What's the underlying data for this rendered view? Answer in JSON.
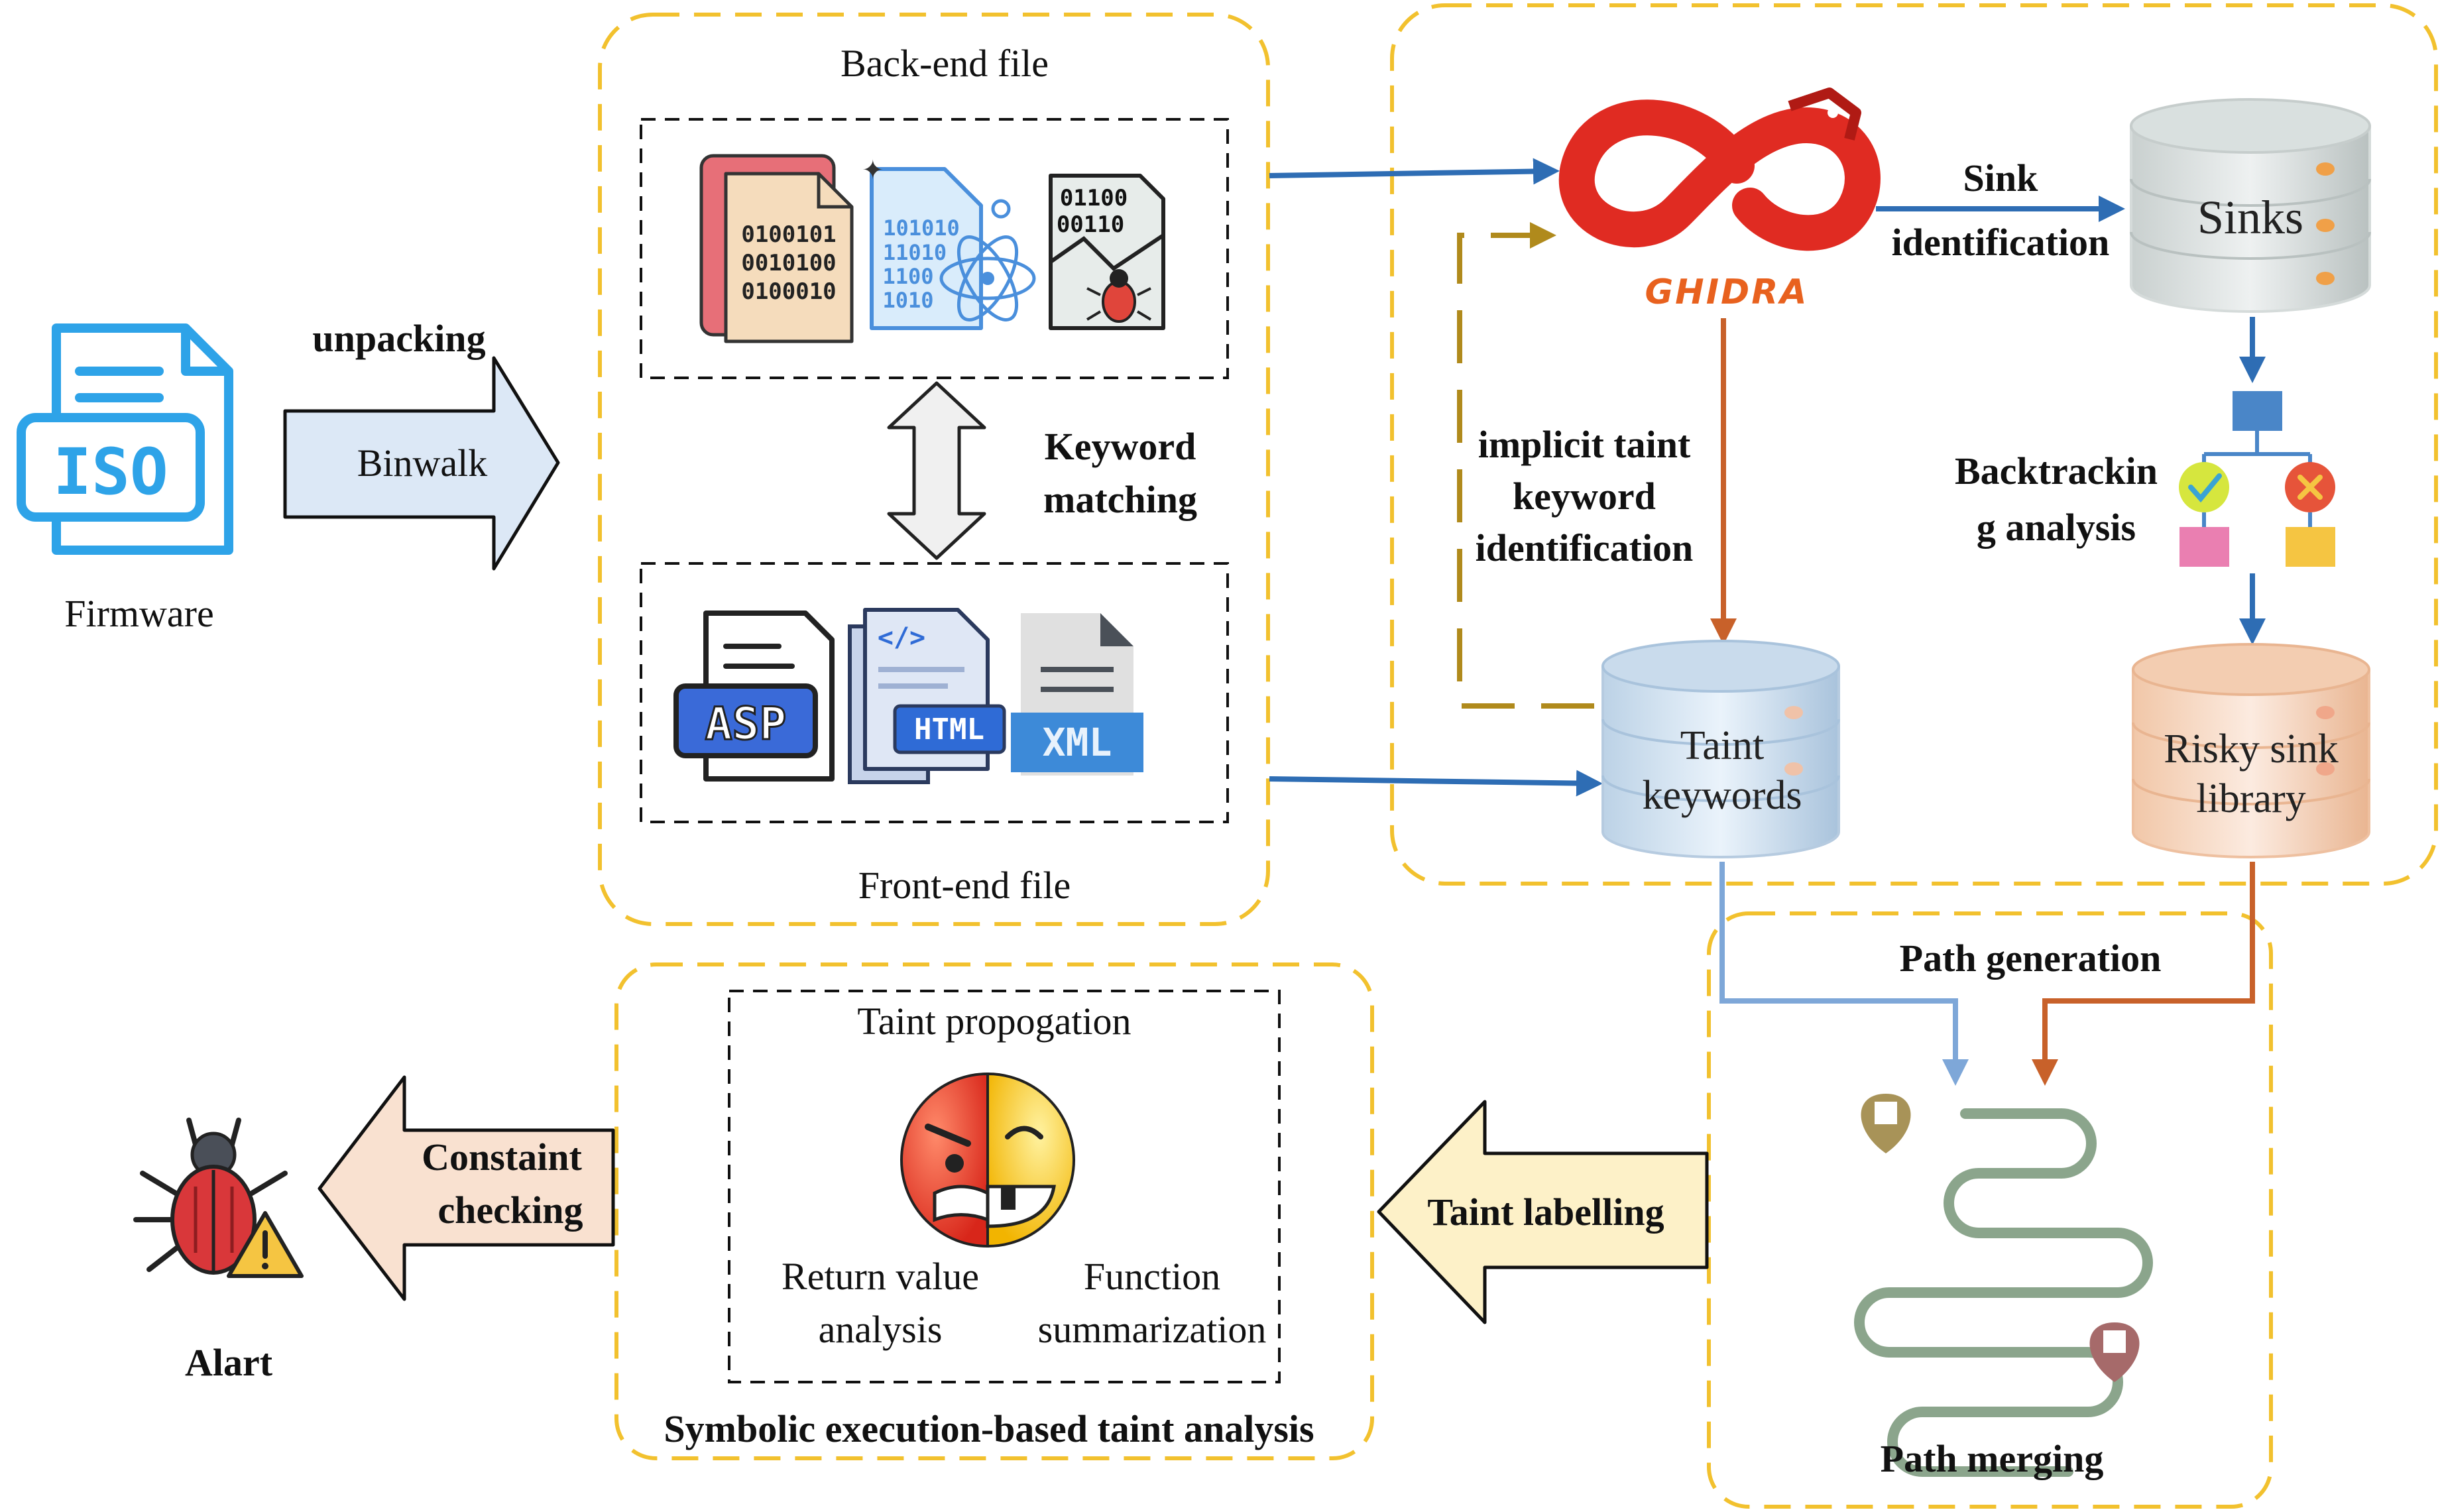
{
  "firmware": {
    "label": "Firmware",
    "icon_text": "ISO"
  },
  "unpacking": {
    "label": "unpacking",
    "arrow_label": "Binwalk"
  },
  "backend": {
    "title": "Back-end file",
    "binary_lines": [
      "0100101",
      "0010100",
      "0100010"
    ],
    "binary2_lines": [
      "101010",
      "11010",
      "1100",
      "1010"
    ],
    "binary3_lines": [
      "01100",
      "00110"
    ]
  },
  "keyword_matching": {
    "line1": "Keyword",
    "line2": "matching"
  },
  "frontend": {
    "title": "Front-end file",
    "asp": "ASP",
    "html": "HTML",
    "code_tag": "</>",
    "xml": "XML"
  },
  "ghidra": {
    "logo_text": "GHIDRA"
  },
  "sink_identification": {
    "line1": "Sink",
    "line2": "identification"
  },
  "sinks_db": {
    "label": "Sinks"
  },
  "backtracking": {
    "line1": "Backtrackin",
    "line2": "g analysis"
  },
  "implicit": {
    "line1": "implicit taint",
    "line2": "keyword",
    "line3": "identification"
  },
  "taint_db": {
    "line1": "Taint",
    "line2": "keywords"
  },
  "risky_db": {
    "line1": "Risky sink",
    "line2": "library"
  },
  "path_generation": {
    "label": "Path generation"
  },
  "path_merging": {
    "label": "Path merging"
  },
  "taint_labelling": {
    "label": "Taint labelling"
  },
  "symbolic": {
    "title": "Symbolic execution-based taint analysis",
    "propagation": "Taint propogation",
    "rv_line1": "Return value",
    "rv_line2": "analysis",
    "fs_line1": "Function",
    "fs_line2": "summarization"
  },
  "constraint": {
    "line1": "Constaint",
    "line2": "checking"
  },
  "alert": {
    "label": "Alart"
  },
  "colors": {
    "dashed_border": "#f2c12e",
    "blue_arrow": "#2e6db4",
    "orange_arrow": "#c8612a",
    "light_blue_arrow": "#7ea7d8",
    "olive_dashed": "#b08a1c",
    "ghidra_red": "#e02b22",
    "binwalk_fill": "#dce8f6",
    "taint_label_fill": "#fdf1c8",
    "constraint_fill": "#f9e1d0"
  }
}
